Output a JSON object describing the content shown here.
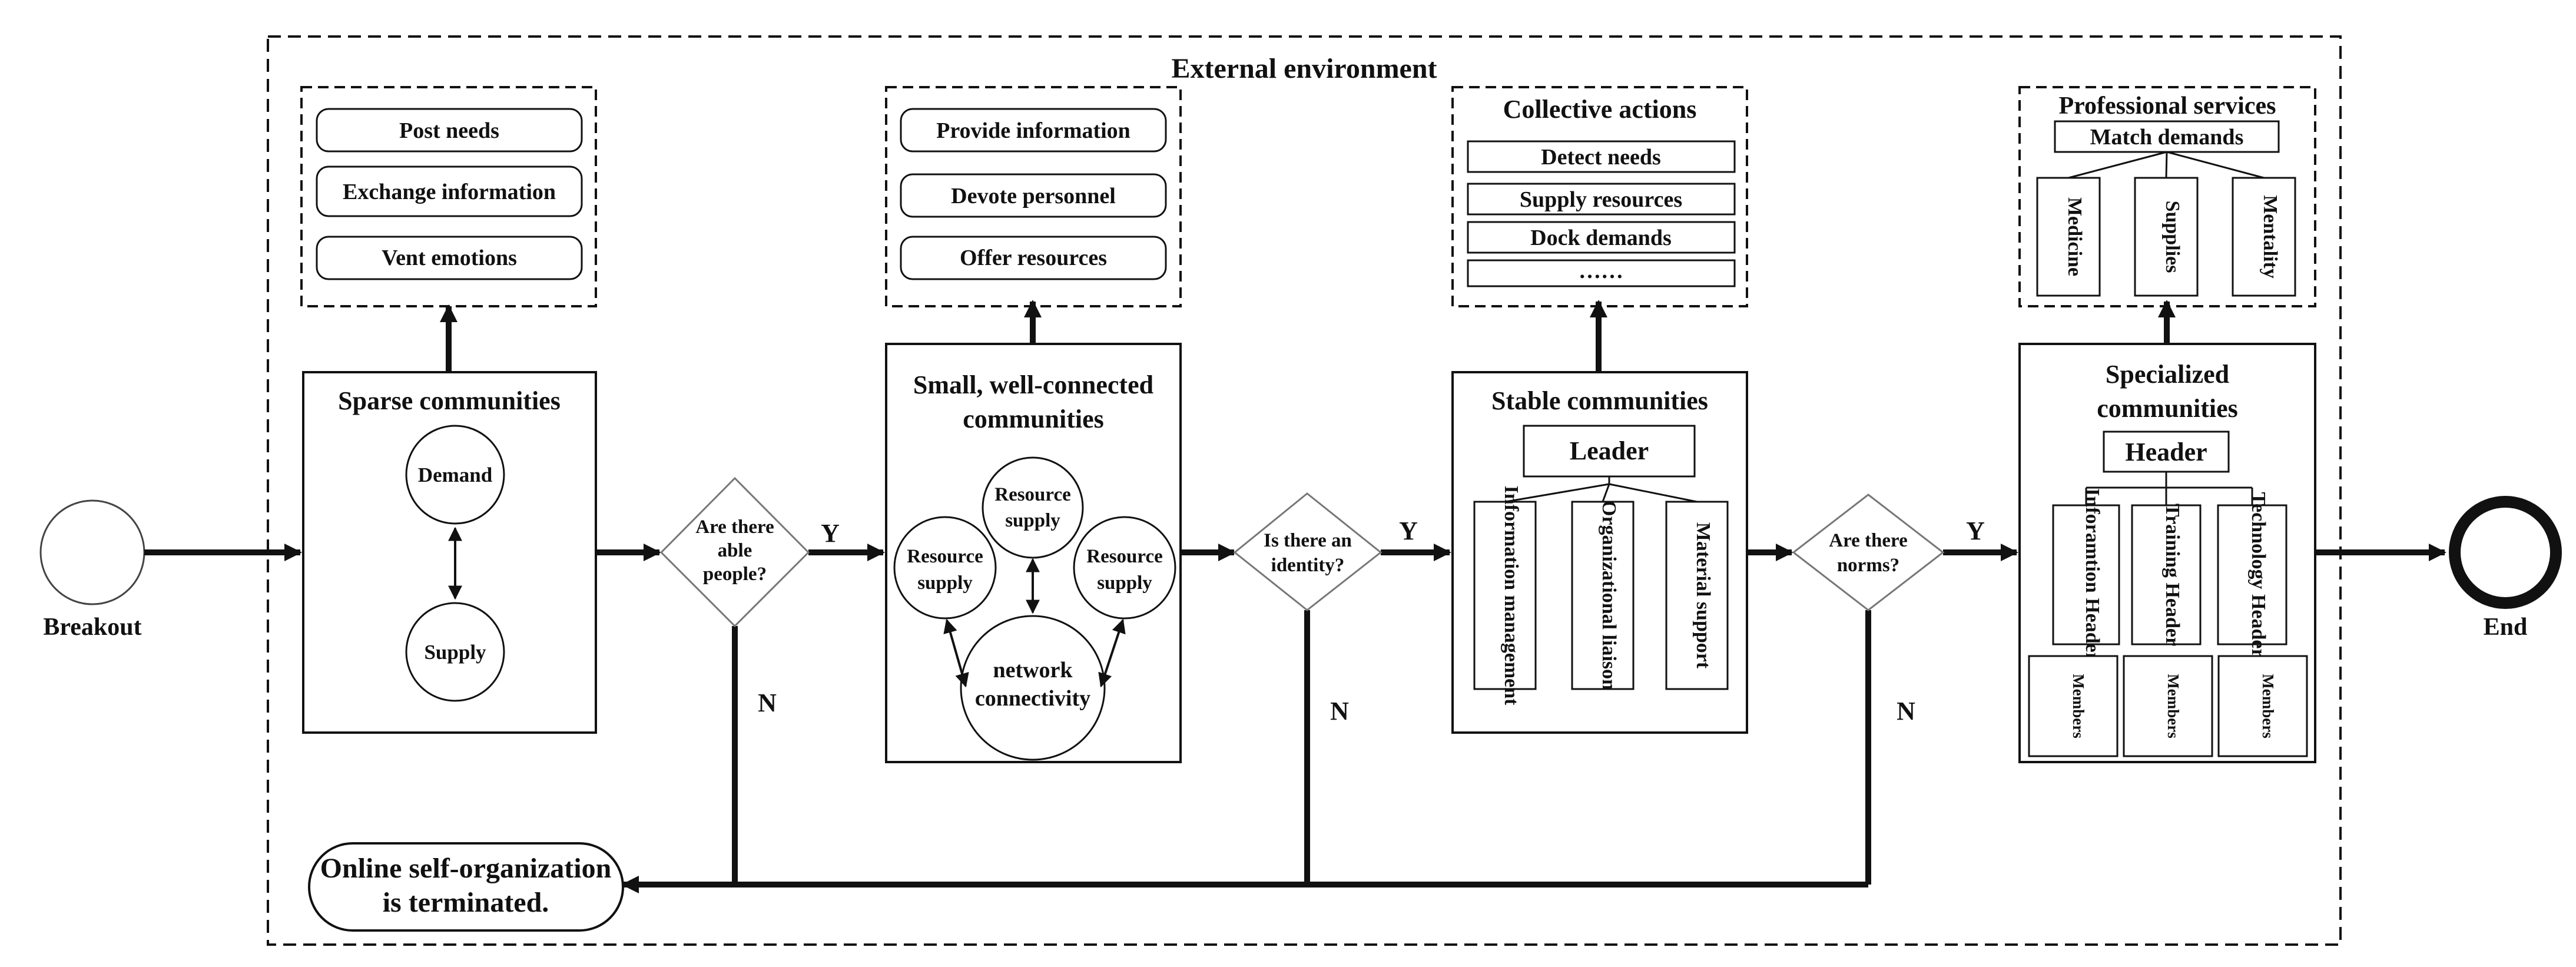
{
  "external_environment": "External environment",
  "start_label": "Breakout",
  "end_label": "End",
  "terminated": [
    "Online self-organization",
    "is terminated."
  ],
  "stage1": {
    "title": "Sparse communities",
    "demand": "Demand",
    "supply": "Supply",
    "actions": [
      "Post needs",
      "Exchange information",
      "Vent emotions"
    ]
  },
  "decision1": [
    "Are there",
    "able",
    "people?"
  ],
  "stage2": {
    "title": [
      "Small, well-connected",
      "communities"
    ],
    "resource_top": [
      "Resource",
      "supply"
    ],
    "resource_left": [
      "Resource",
      "supply"
    ],
    "resource_right": [
      "Resource",
      "supply"
    ],
    "network": [
      "network",
      "connectivity"
    ],
    "actions": [
      "Provide information",
      "Devote personnel",
      "Offer resources"
    ]
  },
  "decision2": [
    "Is there an",
    "identity?"
  ],
  "stage3": {
    "title": "Stable communities",
    "leader": "Leader",
    "roles": [
      "Information management",
      "Organizational liaison",
      "Material support"
    ],
    "actions_title": "Collective actions",
    "actions": [
      "Detect needs",
      "Supply resources",
      "Dock demands",
      "……"
    ]
  },
  "decision3": [
    "Are there",
    "norms?"
  ],
  "stage4": {
    "title": [
      "Specialized",
      "communities"
    ],
    "header": "Header",
    "sub_headers": [
      "Inforamtion Header",
      "Training Header",
      "Technology Header"
    ],
    "members": [
      "Members",
      "Members",
      "Members"
    ],
    "services_title": "Professional services",
    "match": "Match demands",
    "services": [
      "Medicine",
      "Supplies",
      "Mentality"
    ]
  },
  "yes_label": "Y",
  "no_label": "N"
}
